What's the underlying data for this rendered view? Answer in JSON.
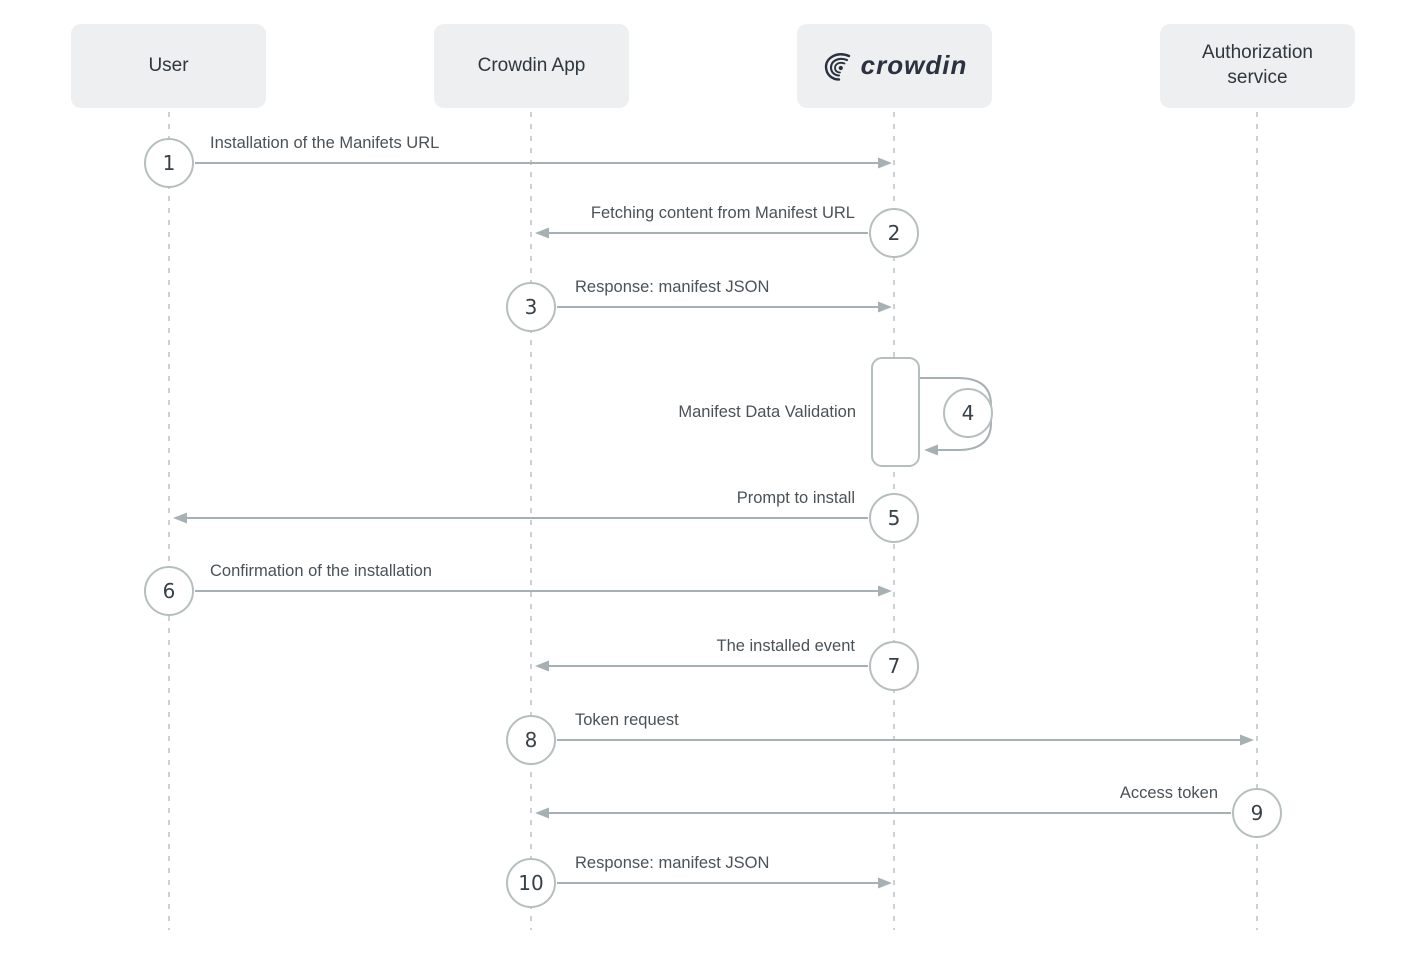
{
  "diagram": {
    "type": "sequence",
    "actors": [
      {
        "id": "user",
        "label": "User"
      },
      {
        "id": "crowdin-app",
        "label": "Crowdin App"
      },
      {
        "id": "crowdin",
        "label": "crowdin",
        "kind": "logo-wordmark"
      },
      {
        "id": "authorization-service",
        "label": "Authorization service"
      }
    ],
    "steps": [
      {
        "num": "1",
        "label": "Installation of the Manifets URL",
        "from": "User",
        "to": "Crowdin"
      },
      {
        "num": "2",
        "label": "Fetching content from Manifest URL",
        "from": "Crowdin",
        "to": "Crowdin App"
      },
      {
        "num": "3",
        "label": "Response: manifest JSON",
        "from": "Crowdin App",
        "to": "Crowdin"
      },
      {
        "num": "4",
        "label": "Manifest Data Validation",
        "from": "Crowdin",
        "to": "Crowdin",
        "self_loop": true
      },
      {
        "num": "5",
        "label": "Prompt to install",
        "from": "Crowdin",
        "to": "User"
      },
      {
        "num": "6",
        "label": "Confirmation of the installation",
        "from": "User",
        "to": "Crowdin"
      },
      {
        "num": "7",
        "label": "The installed event",
        "from": "Crowdin",
        "to": "Crowdin App"
      },
      {
        "num": "8",
        "label": "Token request",
        "from": "Crowdin App",
        "to": "Authorization service"
      },
      {
        "num": "9",
        "label": "Access token",
        "from": "Authorization service",
        "to": "Crowdin App"
      },
      {
        "num": "10",
        "label": "Response: manifest JSON",
        "from": "Crowdin App",
        "to": "Crowdin"
      }
    ],
    "colors": {
      "background": "#ffffff",
      "actor_box_fill": "#edeff0",
      "actor_text": "#2f363d",
      "lifeline": "#ccd2d4",
      "arrow": "#a7b1b3",
      "circle_border": "#b6bec0",
      "number_text": "#394147",
      "label_text": "#4a5258",
      "logo_color": "#2b3140"
    }
  }
}
